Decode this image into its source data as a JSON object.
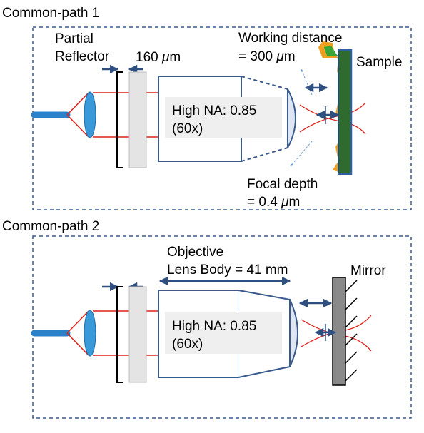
{
  "panel1": {
    "title": "Common-path 1",
    "partial_reflector_line1": "Partial",
    "partial_reflector_line2": "Reflector",
    "gap_value": "160",
    "gap_unit": "m",
    "gap_mu": "μ",
    "working_distance_line1": "Working distance",
    "working_distance_prefix": "= 300 ",
    "working_distance_mu": "μ",
    "working_distance_unit": "m",
    "sample_label": "Sample",
    "objective_line1": "High NA: 0.85",
    "objective_line2": "(60x)",
    "focal_depth_line1": "Focal depth",
    "focal_depth_prefix": "= 0.4 ",
    "focal_depth_mu": "μ",
    "focal_depth_unit": "m"
  },
  "panel2": {
    "title": "Common-path 2",
    "objective_body_line1": "Objective",
    "objective_body_line2": "Lens Body = 41 mm",
    "mirror_label": "Mirror",
    "objective_line1": "High NA: 0.85",
    "objective_line2": "(60x)"
  },
  "colors": {
    "frame": "#3a5a8c",
    "arrow": "#2e4f7f",
    "beam": "#e0201a",
    "fiber": "#2b82c8",
    "lens": "#3a9ad9",
    "reflector": "#e4e4e4",
    "sample_green": "#3aa63a",
    "sample_orange": "#f0a020",
    "sample_dark": "#2f6b2f",
    "mirror": "#8a8a8a"
  }
}
